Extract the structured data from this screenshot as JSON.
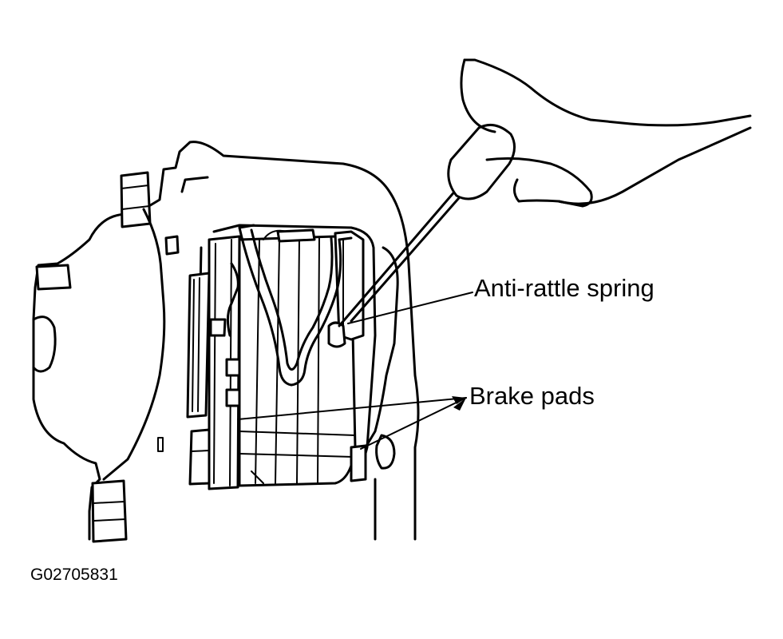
{
  "figure_id": "G02705831",
  "callouts": {
    "anti_rattle_spring": "Anti-rattle spring",
    "brake_pads": "Brake pads"
  }
}
